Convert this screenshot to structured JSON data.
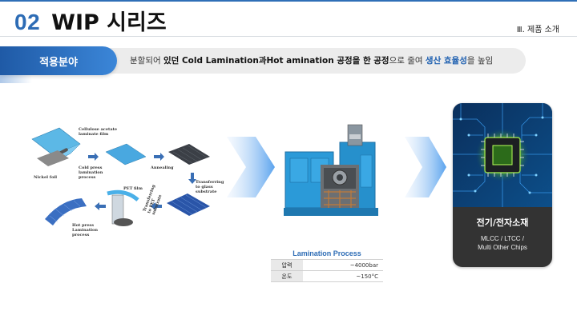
{
  "header": {
    "number": "02",
    "title": "WIP 시리즈",
    "section": "Ⅲ. 제품 소개"
  },
  "application": {
    "label": "적용분야",
    "desc_part1": "분할되어 ",
    "desc_bold1": "있던 Cold Lamination과Hot amination 공정을 한 공정",
    "desc_part2": "으로 줄여 ",
    "desc_highlight": "생산 효율성",
    "desc_part3": "을 높임"
  },
  "process_diagram": {
    "labels": {
      "film": "Cellulose acetate laminate film",
      "nickel": "Nickel foil",
      "cold": "Cold press lamination process",
      "annealing": "Annealing",
      "transfer_glass": "Transferring to glass substrate",
      "pet": "PET film",
      "transfer_pet": "Transferring to PET substrate",
      "hot": "Hot press Lamination process"
    }
  },
  "spec_table": {
    "title": "Lamination Process",
    "rows": [
      {
        "key": "압력",
        "value": "~4000bar"
      },
      {
        "key": "온도",
        "value": "~150°C"
      }
    ]
  },
  "application_card": {
    "title": "전기/전자소재",
    "line1": "MLCC / LTCC /",
    "line2": "Multi Other Chips"
  },
  "colors": {
    "accent": "#2d6cb5",
    "label_start": "#1f5aa6",
    "label_end": "#3b86d8",
    "pill": "#ececec",
    "card": "#333333",
    "machine_blue": "#2b9ad8"
  },
  "icons": [
    "chevron-right-arrow",
    "process-arrow",
    "chip-image",
    "machine-image"
  ]
}
